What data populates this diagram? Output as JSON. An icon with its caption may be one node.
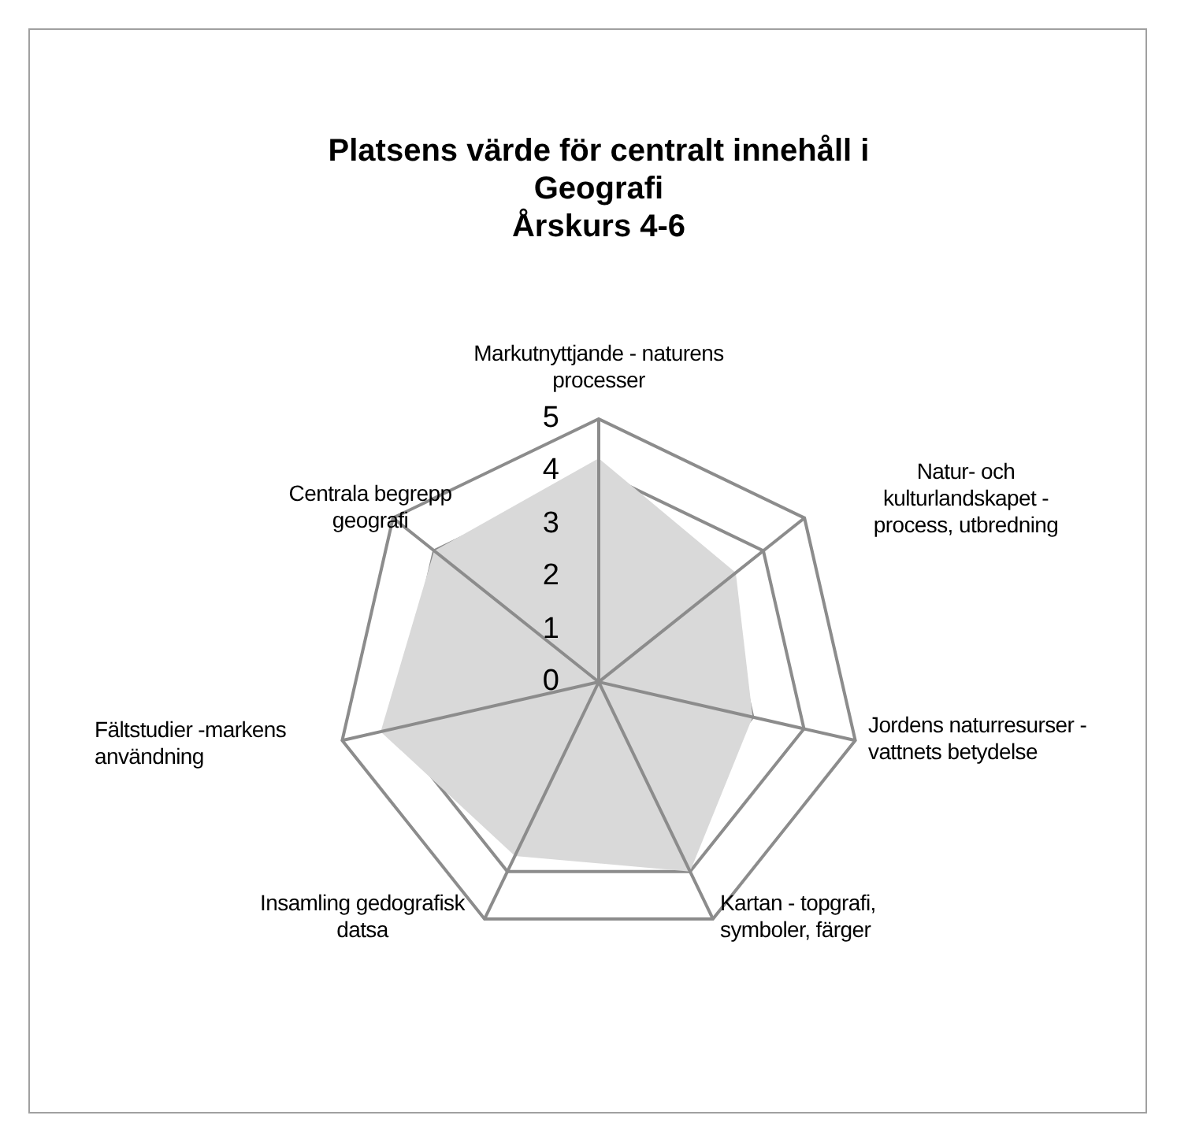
{
  "diagram": {
    "title": "Platsens värde för centralt innehåll i Geografi",
    "labels": [
      "Årskurs 4-6",
      "Markutnyttjande - naturens processer",
      "5",
      "Natur- och kulturlandskapet - process, utbredning",
      "4",
      "Centrala begrepp geografi",
      "3",
      "2",
      "1",
      "0",
      "Jordens naturresurser - vattnets betydelse",
      "Fältstudier -markens användning",
      "Insamling gedografisk datsa",
      "Kartan - topgrafi, symboler, färger"
    ]
  }
}
